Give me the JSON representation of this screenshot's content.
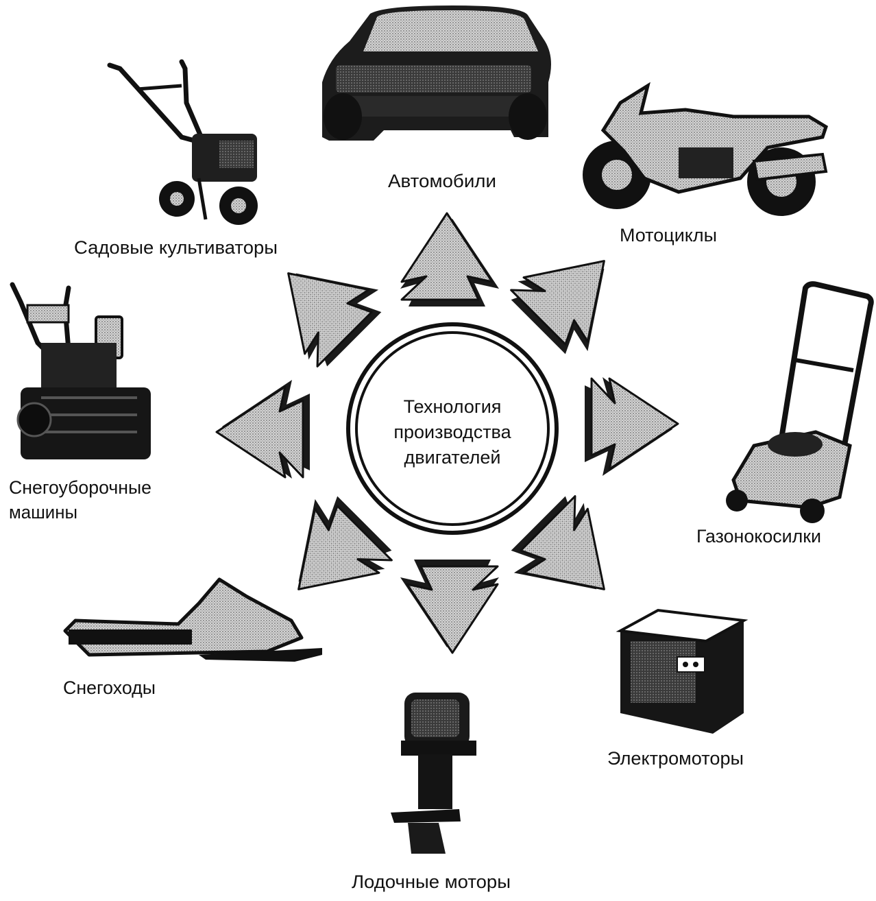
{
  "center": {
    "lines": [
      "Технология",
      "производства",
      "двигателей"
    ]
  },
  "items": [
    {
      "label": "Автомобили",
      "icon": "car-icon"
    },
    {
      "label": "Мотоциклы",
      "icon": "motorcycle-icon"
    },
    {
      "label": "Газонокосилки",
      "icon": "lawn-mower-icon"
    },
    {
      "label": "Электромоторы",
      "icon": "generator-icon"
    },
    {
      "label": "Лодочные моторы",
      "icon": "outboard-motor-icon"
    },
    {
      "label": "Снегоходы",
      "icon": "snowmobile-icon"
    },
    {
      "label_lines": [
        "Снегоуборочные",
        "машины"
      ],
      "icon": "snow-blower-icon"
    },
    {
      "label": "Садовые культиваторы",
      "icon": "cultivator-icon"
    }
  ],
  "colors": {
    "ink": "#111111",
    "arrow_fill": "#c9c9c9",
    "arrow_shadow": "#1a1a1a"
  }
}
